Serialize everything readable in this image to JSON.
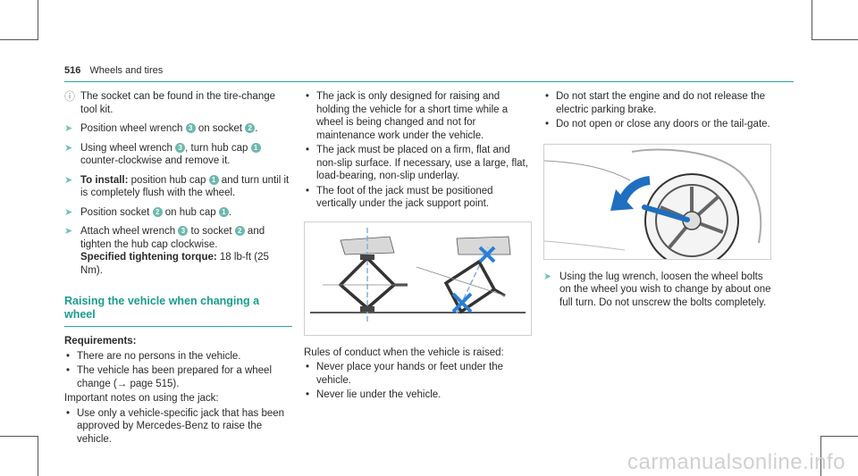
{
  "header": {
    "page_number": "516",
    "title": "Wheels and tires"
  },
  "col1": {
    "tip_icon": "info-circle-icon",
    "tip": "The socket can be found in the tire-change tool kit.",
    "steps": [
      {
        "a": "Position wheel wrench ",
        "n1": "3",
        "b": " on socket ",
        "n2": "2",
        "c": "."
      },
      {
        "a": "Using wheel wrench ",
        "n1": "3",
        "b": ", turn hub cap ",
        "n2": "1",
        "c": " counter-clockwise and remove it."
      },
      {
        "label": "To install:",
        "a": " position hub cap ",
        "n1": "1",
        "b": " and turn until it is completely flush with the wheel."
      },
      {
        "a": "Position socket ",
        "n1": "2",
        "b": " on hub cap ",
        "n2": "1",
        "c": "."
      },
      {
        "a": "Attach wheel wrench ",
        "n1": "3",
        "b": " to socket ",
        "n2": "2",
        "c": " and tighten the hub cap clockwise.",
        "spec_label": "Specified tightening torque:",
        "spec_value": " 18 lb-ft (25 Nm)."
      }
    ],
    "section_title": "Raising the vehicle when changing a wheel",
    "requirements_label": "Requirements:",
    "requirements": [
      "There are no persons in the vehicle.",
      "The vehicle has been prepared for a wheel change (→ page 515)."
    ],
    "notes_intro": "Important notes on using the jack:",
    "notes": [
      "Use only a vehicle-specific jack that has been approved by Mercedes-Benz to raise the vehicle."
    ]
  },
  "col2": {
    "bullets": [
      "The jack is only designed for raising and holding the vehicle for a short time while a wheel is being changed and not for maintenance work under the vehicle.",
      "The jack must be placed on a firm, flat and non-slip surface. If necessary, use a large, flat, load-bearing, non-slip underlay.",
      "The foot of the jack must be positioned vertically under the jack support point."
    ],
    "rules_intro": "Rules of conduct when the vehicle is raised:",
    "rules": [
      "Never place your hands or feet under the vehicle.",
      "Never lie under the vehicle."
    ]
  },
  "col3": {
    "bullets": [
      "Do not start the engine and do not release the electric parking brake.",
      "Do not open or close any doors or the tail-gate."
    ],
    "step": "Using the lug wrench, loosen the wheel bolts on the wheel you wish to change by about one full turn. Do not unscrew the bolts completely."
  },
  "colors": {
    "accent": "#2aa89a",
    "arrow_blue": "#1f6fc0",
    "cross_blue": "#2b7fd6"
  },
  "watermark": "carmanualsonline.info"
}
